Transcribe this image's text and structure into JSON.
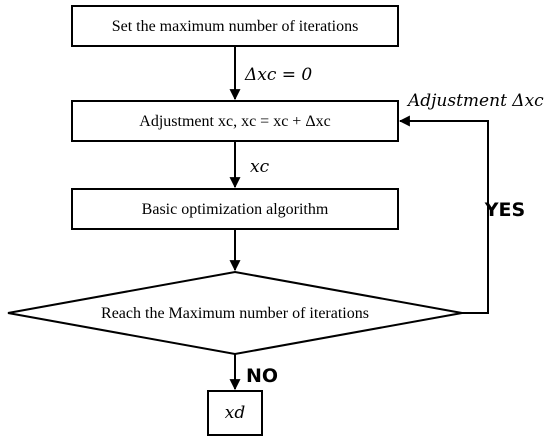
{
  "nodes": {
    "set_max_iterations": "Set the maximum number of iterations",
    "adjustment": "Adjustment  xc,  xc = xc + Δxc",
    "basic_optimization": "Basic optimization algorithm",
    "decision": "Reach the Maximum number of iterations",
    "output": "xd"
  },
  "edges": {
    "init_label": "Δxc = 0",
    "xc_label": "xc",
    "feedback_label": "Adjustment  Δxc",
    "yes_label": "YES",
    "no_label": "NO"
  },
  "colors": {
    "stroke": "#000000",
    "fill": "#ffffff"
  }
}
